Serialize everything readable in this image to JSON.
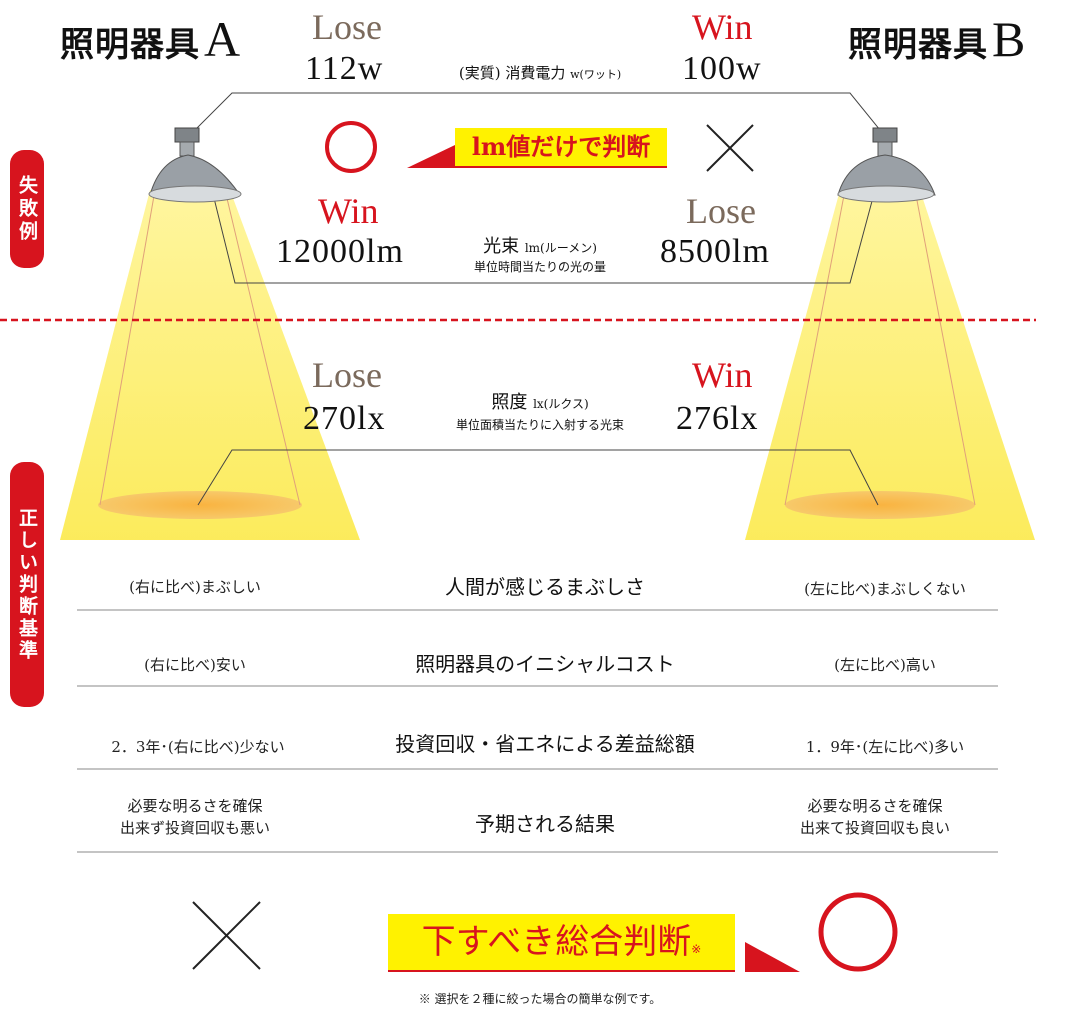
{
  "fixtures": {
    "a": {
      "label": "照明器具",
      "letter": "A"
    },
    "b": {
      "label": "照明器具",
      "letter": "B"
    }
  },
  "sidebar": {
    "failure_tab": "失敗例",
    "correct_tab": "正しい判断基準"
  },
  "power": {
    "a_verdict": "Lose",
    "a_value": "112w",
    "b_verdict": "Win",
    "b_value": "100w",
    "label": "(実質) 消費電力",
    "unit": "w(ワット)"
  },
  "lumen_banner": "lm値だけで判断",
  "lumen": {
    "a_verdict": "Win",
    "a_value": "12000lm",
    "b_verdict": "Lose",
    "b_value": "8500lm",
    "label": "光束",
    "unit": "lm(ルーメン)",
    "sub": "単位時間当たりの光の量"
  },
  "lux": {
    "a_verdict": "Lose",
    "a_value": "270lx",
    "b_verdict": "Win",
    "b_value": "276lx",
    "label": "照度",
    "unit": "lx(ルクス)",
    "sub": "単位面積当たりに入射する光束"
  },
  "comparison_rows": [
    {
      "left": "(右に比べ)まぶしい",
      "center": "人間が感じるまぶしさ",
      "right": "(左に比べ)まぶしくない"
    },
    {
      "left": "(右に比べ)安い",
      "center": "照明器具のイニシャルコスト",
      "right": "(左に比べ)高い"
    },
    {
      "left": "2．3年･(右に比べ)少ない",
      "center": "投資回収・省エネによる差益総額",
      "right": "1．9年･(左に比べ)多い"
    },
    {
      "left": "必要な明るさを確保\n出来ず投資回収も悪い",
      "center": "予期される結果",
      "right": "必要な明るさを確保\n出来て投資回収も良い"
    }
  ],
  "final_banner": "下すべき総合判断",
  "final_banner_mark": "※",
  "footnote": "※ 選択を２種に絞った場合の簡単な例です。",
  "colors": {
    "accent_red": "#d7141e",
    "highlight_yellow": "#fff200",
    "lose_brown": "#7b6a5c"
  }
}
